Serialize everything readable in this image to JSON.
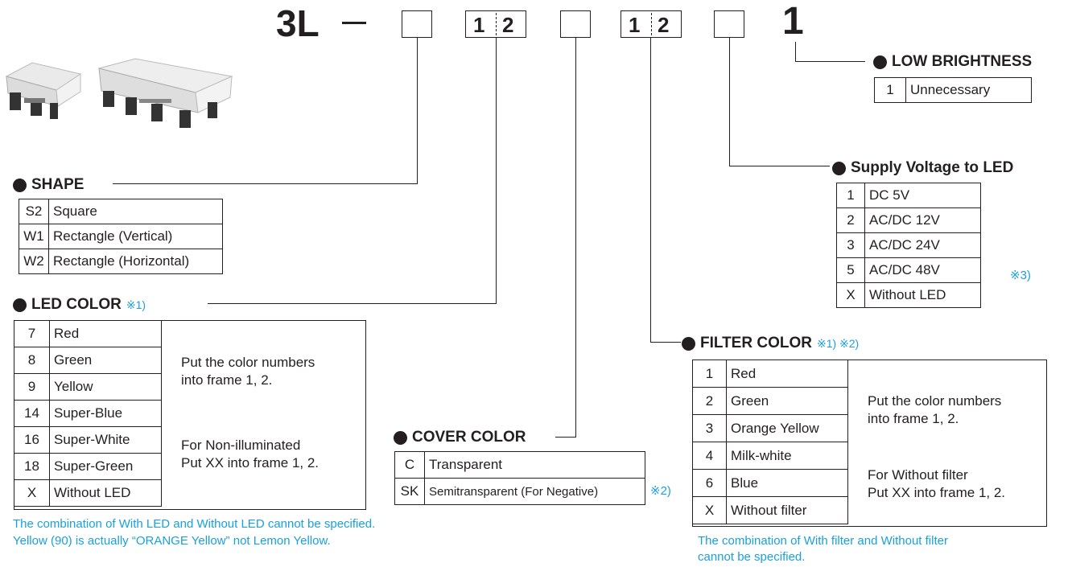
{
  "code": {
    "prefix": "3L",
    "dash": "—",
    "frame1": "1",
    "frame2": "2",
    "frame3": "1",
    "frame4": "2",
    "last": "1"
  },
  "low_brightness": {
    "title": "LOW BRIGHTNESS",
    "rows": [
      {
        "code": "1",
        "label": "Unnecessary"
      }
    ]
  },
  "supply_voltage": {
    "title": "Supply Voltage to LED",
    "rows": [
      {
        "code": "1",
        "label": "DC  5V"
      },
      {
        "code": "2",
        "label": "AC/DC 12V"
      },
      {
        "code": "3",
        "label": "AC/DC 24V"
      },
      {
        "code": "5",
        "label": "AC/DC 48V"
      },
      {
        "code": "X",
        "label": "Without LED"
      }
    ],
    "note": "※3)"
  },
  "shape": {
    "title": "SHAPE",
    "rows": [
      {
        "code": "S2",
        "label": "Square"
      },
      {
        "code": "W1",
        "label": "Rectangle (Vertical)"
      },
      {
        "code": "W2",
        "label": "Rectangle (Horizontal)"
      }
    ]
  },
  "led_color": {
    "title": "LED COLOR",
    "note": "※1)",
    "rows": [
      {
        "code": "7",
        "label": "Red"
      },
      {
        "code": "8",
        "label": "Green"
      },
      {
        "code": "9",
        "label": "Yellow"
      },
      {
        "code": "14",
        "label": "Super-Blue"
      },
      {
        "code": "16",
        "label": "Super-White"
      },
      {
        "code": "18",
        "label": "Super-Green"
      },
      {
        "code": "X",
        "label": "Without LED"
      }
    ],
    "desc1": "Put the color numbers\ninto frame 1, 2.",
    "desc2": "For Non-illuminated\nPut XX into frame 1, 2.",
    "footnote1": "The combination of With LED and Without LED cannot be specified.",
    "footnote2": "Yellow (90) is actually “ORANGE Yellow” not Lemon Yellow."
  },
  "cover_color": {
    "title": "COVER COLOR",
    "rows": [
      {
        "code": "C",
        "label": "Transparent"
      },
      {
        "code": "SK",
        "label": "Semitransparent (For Negative)"
      }
    ],
    "note": "※2)"
  },
  "filter_color": {
    "title": "FILTER COLOR",
    "note": "※1) ※2)",
    "rows": [
      {
        "code": "1",
        "label": "Red"
      },
      {
        "code": "2",
        "label": "Green"
      },
      {
        "code": "3",
        "label": "Orange Yellow"
      },
      {
        "code": "4",
        "label": "Milk-white"
      },
      {
        "code": "6",
        "label": "Blue"
      },
      {
        "code": "X",
        "label": "Without filter"
      }
    ],
    "desc1": "Put the color numbers\ninto frame 1, 2.",
    "desc2": "For Without filter\nPut XX into frame 1, 2.",
    "footnote1": "The combination of With filter and Without filter",
    "footnote2": "cannot be specified."
  },
  "colors": {
    "accent": "#1aa0db",
    "ink": "#231f20"
  }
}
